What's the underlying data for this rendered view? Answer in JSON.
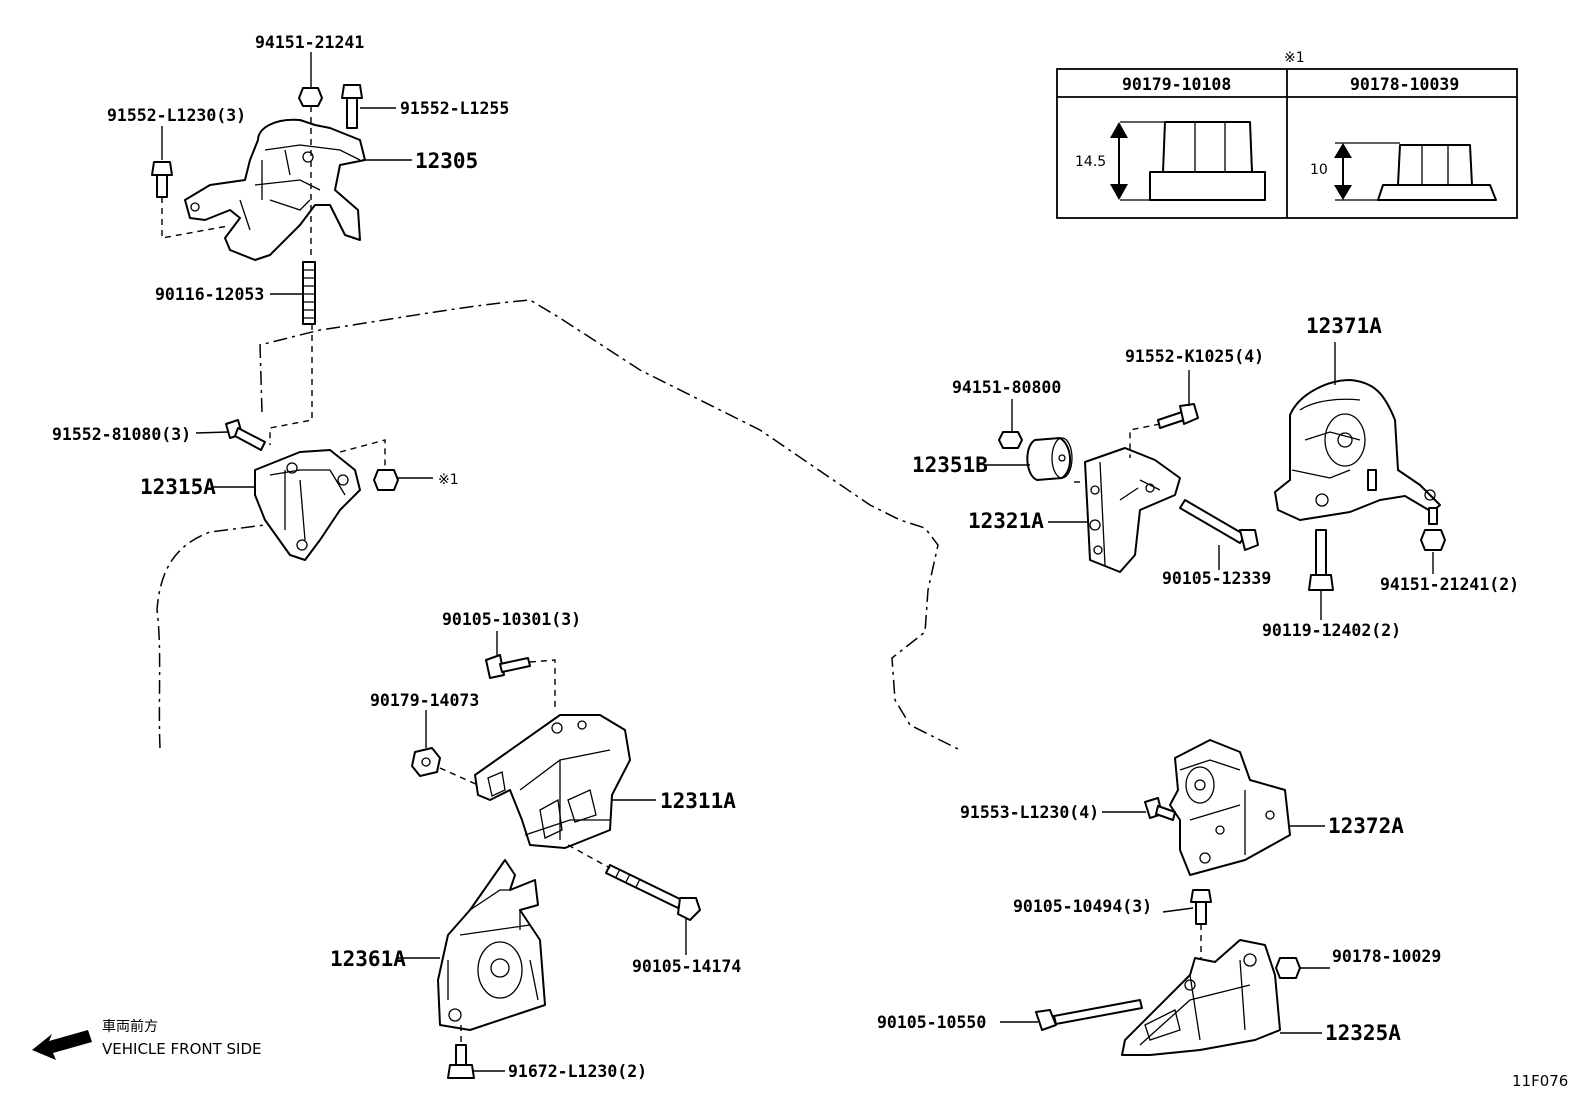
{
  "diagram_code": "11F076",
  "direction": {
    "japanese": "車両前方",
    "english": "VEHICLE FRONT SIDE"
  },
  "inset": {
    "marker": "※1",
    "columns": [
      {
        "part_no": "90179-10108",
        "dimension": "14.5"
      },
      {
        "part_no": "90178-10039",
        "dimension": "10"
      }
    ]
  },
  "labels": {
    "p94151_21241": "94151-21241",
    "p91552_L1255": "91552-L1255",
    "p91552_L1230_3": "91552-L1230(3)",
    "p12305": "12305",
    "p90116_12053": "90116-12053",
    "p91552_81080_3": "91552-81080(3)",
    "p12315A": "12315A",
    "p_ref1": "※1",
    "p90105_10301_3": "90105-10301(3)",
    "p90179_14073": "90179-14073",
    "p12311A": "12311A",
    "p90105_14174": "90105-14174",
    "p12361A": "12361A",
    "p91672_L1230_2": "91672-L1230(2)",
    "p94151_80800": "94151-80800",
    "p91552_K1025_4": "91552-K1025(4)",
    "p12371A": "12371A",
    "p12351B": "12351B",
    "p12321A": "12321A",
    "p90105_12339": "90105-12339",
    "p94151_21241_2": "94151-21241(2)",
    "p90119_12402_2": "90119-12402(2)",
    "p91553_L1230_4": "91553-L1230(4)",
    "p12372A": "12372A",
    "p90105_10494_3": "90105-10494(3)",
    "p90178_10029": "90178-10029",
    "p90105_10550": "90105-10550",
    "p12325A": "12325A"
  }
}
